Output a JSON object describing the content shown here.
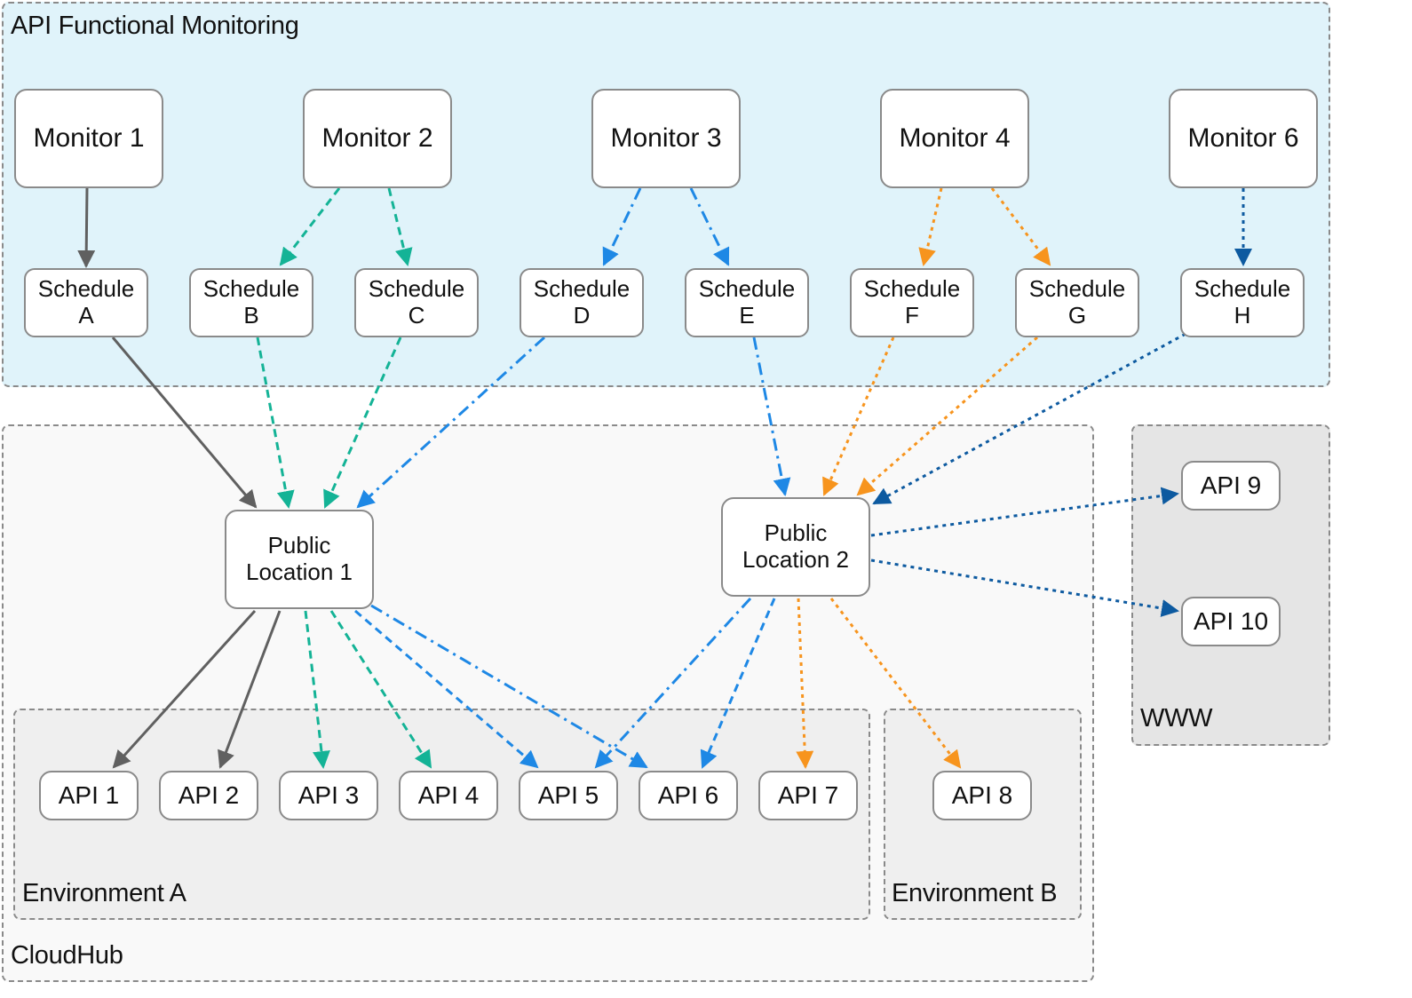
{
  "groups": {
    "monitoring": "API Functional Monitoring",
    "cloudhub": "CloudHub",
    "www": "WWW",
    "env_a": "Environment A",
    "env_b": "Environment B"
  },
  "monitors": {
    "m1": "Monitor 1",
    "m2": "Monitor 2",
    "m3": "Monitor 3",
    "m4": "Monitor 4",
    "m6": "Monitor 6"
  },
  "schedules": {
    "a": [
      "Schedule",
      "A"
    ],
    "b": [
      "Schedule",
      "B"
    ],
    "c": [
      "Schedule",
      "C"
    ],
    "d": [
      "Schedule",
      "D"
    ],
    "e": [
      "Schedule",
      "E"
    ],
    "f": [
      "Schedule",
      "F"
    ],
    "g": [
      "Schedule",
      "G"
    ],
    "h": [
      "Schedule",
      "H"
    ]
  },
  "locations": {
    "pl1": [
      "Public",
      "Location 1"
    ],
    "pl2": [
      "Public",
      "Location 2"
    ]
  },
  "apis": {
    "api1": "API 1",
    "api2": "API 2",
    "api3": "API 3",
    "api4": "API 4",
    "api5": "API 5",
    "api6": "API 6",
    "api7": "API 7",
    "api8": "API 8",
    "api9": "API 9",
    "api10": "API 10"
  },
  "colors": {
    "gray": "#606060",
    "teal": "#14b396",
    "blue": "#1e88e5",
    "orange": "#f7941d",
    "navy": "#0d5aa0",
    "monitoring_bg": "#e0f3fa",
    "cloudhub_bg": "#f9f9f9",
    "env_bg": "#efefef",
    "www_bg": "#e5e5e5"
  },
  "edges": [
    {
      "from": "m1",
      "to": "sa",
      "color": "gray",
      "style": "solid"
    },
    {
      "from": "m2",
      "to": "sb",
      "color": "teal",
      "style": "dashed"
    },
    {
      "from": "m2",
      "to": "sc",
      "color": "teal",
      "style": "dashed"
    },
    {
      "from": "m3",
      "to": "sd",
      "color": "blue",
      "style": "dashdot"
    },
    {
      "from": "m3",
      "to": "se",
      "color": "blue",
      "style": "dashdot"
    },
    {
      "from": "m4",
      "to": "sf",
      "color": "orange",
      "style": "dotted"
    },
    {
      "from": "m4",
      "to": "sg",
      "color": "orange",
      "style": "dotted"
    },
    {
      "from": "m6",
      "to": "sh",
      "color": "navy",
      "style": "dotted"
    },
    {
      "from": "sa",
      "to": "pl1",
      "color": "gray",
      "style": "solid"
    },
    {
      "from": "sb",
      "to": "pl1",
      "color": "teal",
      "style": "dashed"
    },
    {
      "from": "sc",
      "to": "pl1",
      "color": "teal",
      "style": "dashed"
    },
    {
      "from": "sd",
      "to": "pl1",
      "color": "blue",
      "style": "dashdot"
    },
    {
      "from": "se",
      "to": "pl2",
      "color": "blue",
      "style": "dashdot"
    },
    {
      "from": "sf",
      "to": "pl2",
      "color": "orange",
      "style": "dotted"
    },
    {
      "from": "sg",
      "to": "pl2",
      "color": "orange",
      "style": "dotted"
    },
    {
      "from": "sh",
      "to": "pl2",
      "color": "navy",
      "style": "dotted"
    },
    {
      "from": "pl1",
      "to": "api1",
      "color": "gray",
      "style": "solid"
    },
    {
      "from": "pl1",
      "to": "api2",
      "color": "gray",
      "style": "solid"
    },
    {
      "from": "pl1",
      "to": "api3",
      "color": "teal",
      "style": "dashed"
    },
    {
      "from": "pl1",
      "to": "api4",
      "color": "teal",
      "style": "dashed"
    },
    {
      "from": "pl1",
      "to": "api5",
      "color": "blue",
      "style": "dashed"
    },
    {
      "from": "pl1",
      "to": "api6",
      "color": "blue",
      "style": "dashdot"
    },
    {
      "from": "pl2",
      "to": "api5",
      "color": "blue",
      "style": "dashdot"
    },
    {
      "from": "pl2",
      "to": "api6",
      "color": "blue",
      "style": "dashed"
    },
    {
      "from": "pl2",
      "to": "api7",
      "color": "orange",
      "style": "dotted"
    },
    {
      "from": "pl2",
      "to": "api8",
      "color": "orange",
      "style": "dotted"
    },
    {
      "from": "pl2",
      "to": "api9",
      "color": "navy",
      "style": "dotted"
    },
    {
      "from": "pl2",
      "to": "api10",
      "color": "navy",
      "style": "dotted"
    }
  ]
}
